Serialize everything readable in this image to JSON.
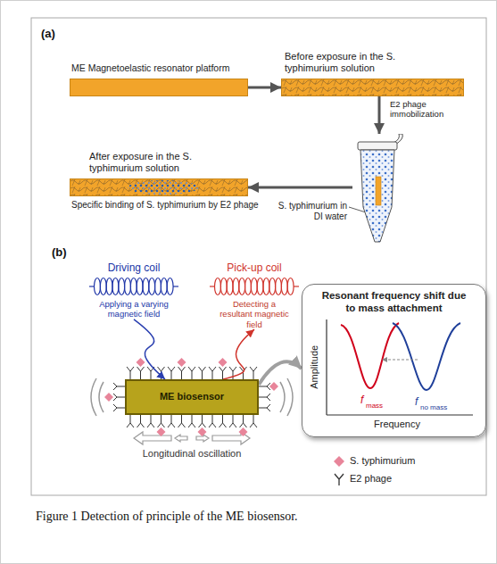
{
  "diagram": {
    "caption": "Figure 1 Detection of principle of the ME biosensor.",
    "nodes": [
      {
        "text": [
          "ME Magnetoelastic resonator platform"
        ]
      },
      {
        "text": [
          "Before exposure in the S. typhimurium solution",
          "E2 phage immobilization"
        ]
      },
      {
        "text": [
          "S. typhimurium in DI water"
        ]
      },
      {
        "text": [
          "After exposure in the S. typhimurium solution",
          "Specific binding of S. typhimurium by E2 phage"
        ]
      },
      {
        "text": [
          "Driving coil",
          "Applying a varying magnetic field"
        ]
      },
      {
        "text": [
          "Pick-up coil",
          "Detecting a resultant magnetic field"
        ]
      },
      {
        "text": [
          "ME biosensor"
        ]
      },
      {
        "text": [
          "Resonant frequency shift due to mass attachment"
        ]
      }
    ],
    "edges": [
      {
        "from": 0,
        "to": 1,
        "arrow": "to"
      },
      {
        "from": 1,
        "to": 2,
        "arrow": "to"
      },
      {
        "from": 2,
        "to": 3,
        "arrow": "to"
      },
      {
        "from": 4,
        "to": 6,
        "arrow": "to"
      },
      {
        "from": 6,
        "to": 5,
        "arrow": "to"
      },
      {
        "from": 6,
        "to": 7,
        "arrow": "to"
      }
    ],
    "labels": [
      "(a)",
      "(b)",
      "Longitudinal oscillation",
      "Amplitude",
      "Frequency",
      "f",
      "mass",
      "f",
      "no mass"
    ],
    "legend": [
      {
        "text": "S. typhimurium"
      },
      {
        "text": "E2 phage"
      }
    ]
  }
}
